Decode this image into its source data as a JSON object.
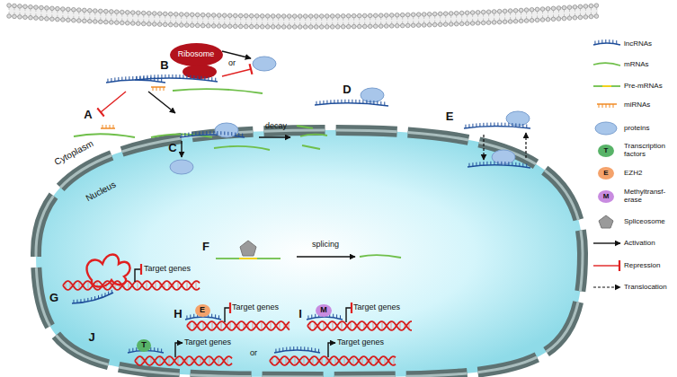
{
  "diagram": {
    "nodes": [
      {
        "text": [
          "Ribosome"
        ]
      },
      {
        "text": [
          "T"
        ]
      },
      {
        "text": [
          "E"
        ]
      },
      {
        "text": [
          "M"
        ]
      }
    ],
    "labels": [
      "A",
      "B",
      "or",
      "C",
      "decay",
      "D",
      "E",
      "Cytoplasm",
      "Nucleus",
      "F",
      "splicing",
      "G",
      "Target genes",
      "H",
      "Target genes",
      "I",
      "Target genes",
      "J",
      "Target genes",
      "or",
      "Target genes",
      "T",
      "E",
      "M"
    ],
    "legend": [
      {
        "text": "lncRNAs"
      },
      {
        "text": "mRNAs"
      },
      {
        "text": "Pre-mRNAs"
      },
      {
        "text": "miRNAs"
      },
      {
        "text": "proteins"
      },
      {
        "text": "Transcription factors"
      },
      {
        "text": "EZH2"
      },
      {
        "text": "Methyltransf- erase"
      },
      {
        "text": "Spliceosome"
      },
      {
        "text": "Activation"
      },
      {
        "text": "Repression"
      },
      {
        "text": "Translocation"
      }
    ]
  }
}
